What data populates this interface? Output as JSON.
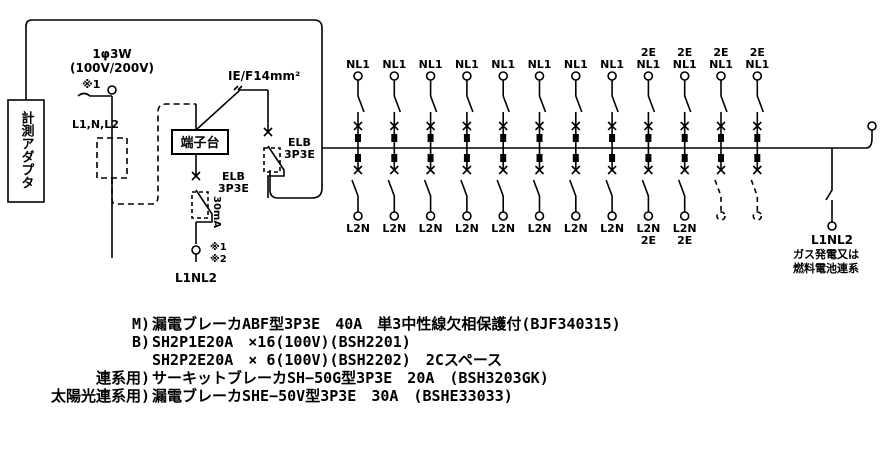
{
  "adapter_label": "計測アダプタ",
  "terminal_block": "端子台",
  "supply": {
    "line1": "1φ3W",
    "line2": "(100V/200V)"
  },
  "note_mark1": "※1",
  "phase_label": "L1,N,L2",
  "wire_spec": "IE/F14mm²",
  "elb_main": {
    "l1": "ELB",
    "l2": "3P3E"
  },
  "elb_sub": {
    "l1": "ELB",
    "l2": "3P3E"
  },
  "rating_sub": "30mA",
  "note_mark2": "※1",
  "note_mark3": "※2",
  "l1nl2_left": "L1NL2",
  "l1nl2_right": "L1NL2",
  "fuel_cell": {
    "l1": "ガス発電又は",
    "l2": "燃料電池連系"
  },
  "branches": [
    {
      "top": [
        "NL1"
      ],
      "bottom": [
        "L2N"
      ]
    },
    {
      "top": [
        "NL1"
      ],
      "bottom": [
        "L2N"
      ]
    },
    {
      "top": [
        "NL1"
      ],
      "bottom": [
        "L2N"
      ]
    },
    {
      "top": [
        "NL1"
      ],
      "bottom": [
        "L2N"
      ]
    },
    {
      "top": [
        "NL1"
      ],
      "bottom": [
        "L2N"
      ]
    },
    {
      "top": [
        "NL1"
      ],
      "bottom": [
        "L2N"
      ]
    },
    {
      "top": [
        "NL1"
      ],
      "bottom": [
        "L2N"
      ]
    },
    {
      "top": [
        "NL1"
      ],
      "bottom": [
        "L2N"
      ]
    },
    {
      "top": [
        "2E",
        "NL1"
      ],
      "bottom": [
        "L2N",
        "2E"
      ]
    },
    {
      "top": [
        "2E",
        "NL1"
      ],
      "bottom": [
        "L2N",
        "2E"
      ]
    },
    {
      "top": [
        "2E",
        "NL1"
      ],
      "bottom": []
    },
    {
      "top": [
        "2E",
        "NL1"
      ],
      "bottom": []
    }
  ],
  "specs": [
    {
      "prefix": "M)",
      "text": "漏電ブレーカABF型3P3E　40A　単3中性線欠相保護付(BJF340315)"
    },
    {
      "prefix": "B)",
      "text": "SH2P1E20A　×16(100V)(BSH2201)"
    },
    {
      "prefix": "",
      "text": "SH2P2E20A　× 6(100V)(BSH2202)　2Cスペース"
    },
    {
      "prefix": "連系用)",
      "text": "サーキットブレーカSH−50G型3P3E　20A　(BSH3203GK)"
    },
    {
      "prefix": "太陽光連系用)",
      "text": "漏電ブレーカSHE−50V型3P3E　30A　(BSHE33033)"
    }
  ]
}
